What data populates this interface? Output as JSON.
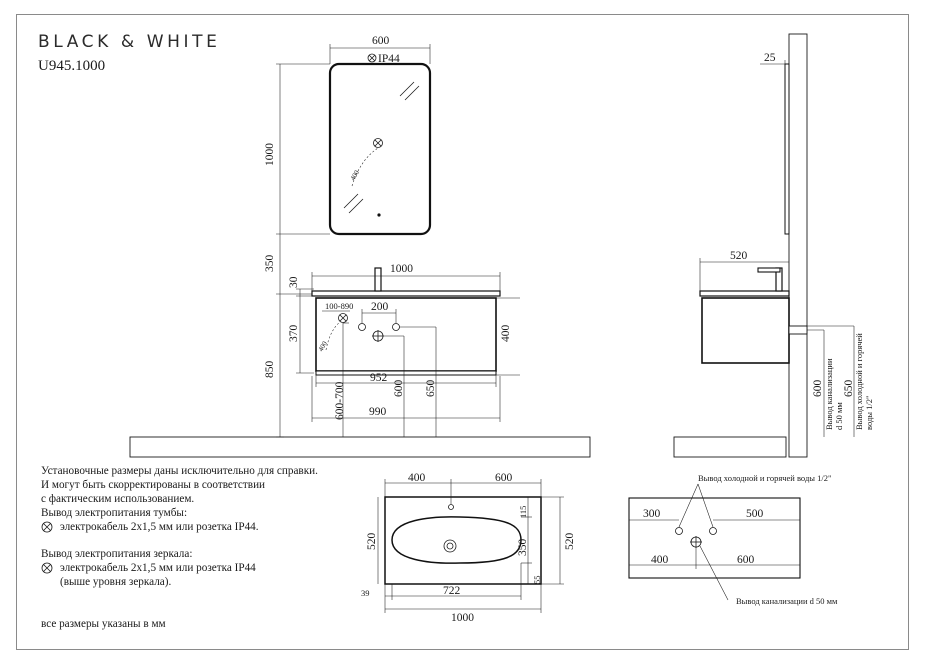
{
  "header": {
    "brand": "BLACK & WHITE",
    "model": "U945.1000"
  },
  "notes": {
    "line1": "Установочные размеры даны исключительно для справки.",
    "line2": "И могут быть скорректированы в соответствии",
    "line3": "с фактическим использованием.",
    "cabinet_power_title": "Вывод электропитания тумбы:",
    "cabinet_power_desc": "электрокабель 2х1,5 мм или розетка IP44.",
    "mirror_power_title": "Вывод электропитания зеркала:",
    "mirror_power_desc": "электрокабель 2х1,5 мм или розетка IP44",
    "mirror_power_desc2": "(выше уровня зеркала).",
    "units": "все размеры указаны в мм"
  },
  "front_view": {
    "mirror_width": "600",
    "mirror_ip": "IP44",
    "mirror_height": "1000",
    "gap_mirror_to_top": "350",
    "top_thickness": "30",
    "top_width": "1000",
    "cabinet_height": "370",
    "cabinet_outer_height": "400",
    "power_range": "100-890",
    "power_offset": "400",
    "tap_spacing": "200",
    "cabinet_width": "952",
    "power_height": "600-700",
    "drain_height": "600",
    "water_height": "650",
    "floor_width": "990",
    "total_height": "850"
  },
  "side_view": {
    "mirror_depth": "25",
    "top_depth": "520",
    "drain_height": "600",
    "drain_label": "Вывод канализации",
    "drain_diameter": "d 50 мм",
    "water_height": "650",
    "water_label": "Вывод холодной и горячей",
    "water_label2": "воды 1/2\""
  },
  "top_view": {
    "drain_offset": "400",
    "right_part": "600",
    "depth_left": "520",
    "depth_right": "520",
    "tap_offset": "115",
    "bowl_depth": "350",
    "front_offset": "55",
    "left_margin": "39",
    "bowl_width": "722",
    "total_width": "1000"
  },
  "plan_view": {
    "water_label": "Вывод холодной и горячей воды 1/2\"",
    "left_water": "300",
    "right_water": "500",
    "left_drain": "400",
    "right_drain": "600",
    "drain_label": "Вывод канализации d 50 мм"
  }
}
